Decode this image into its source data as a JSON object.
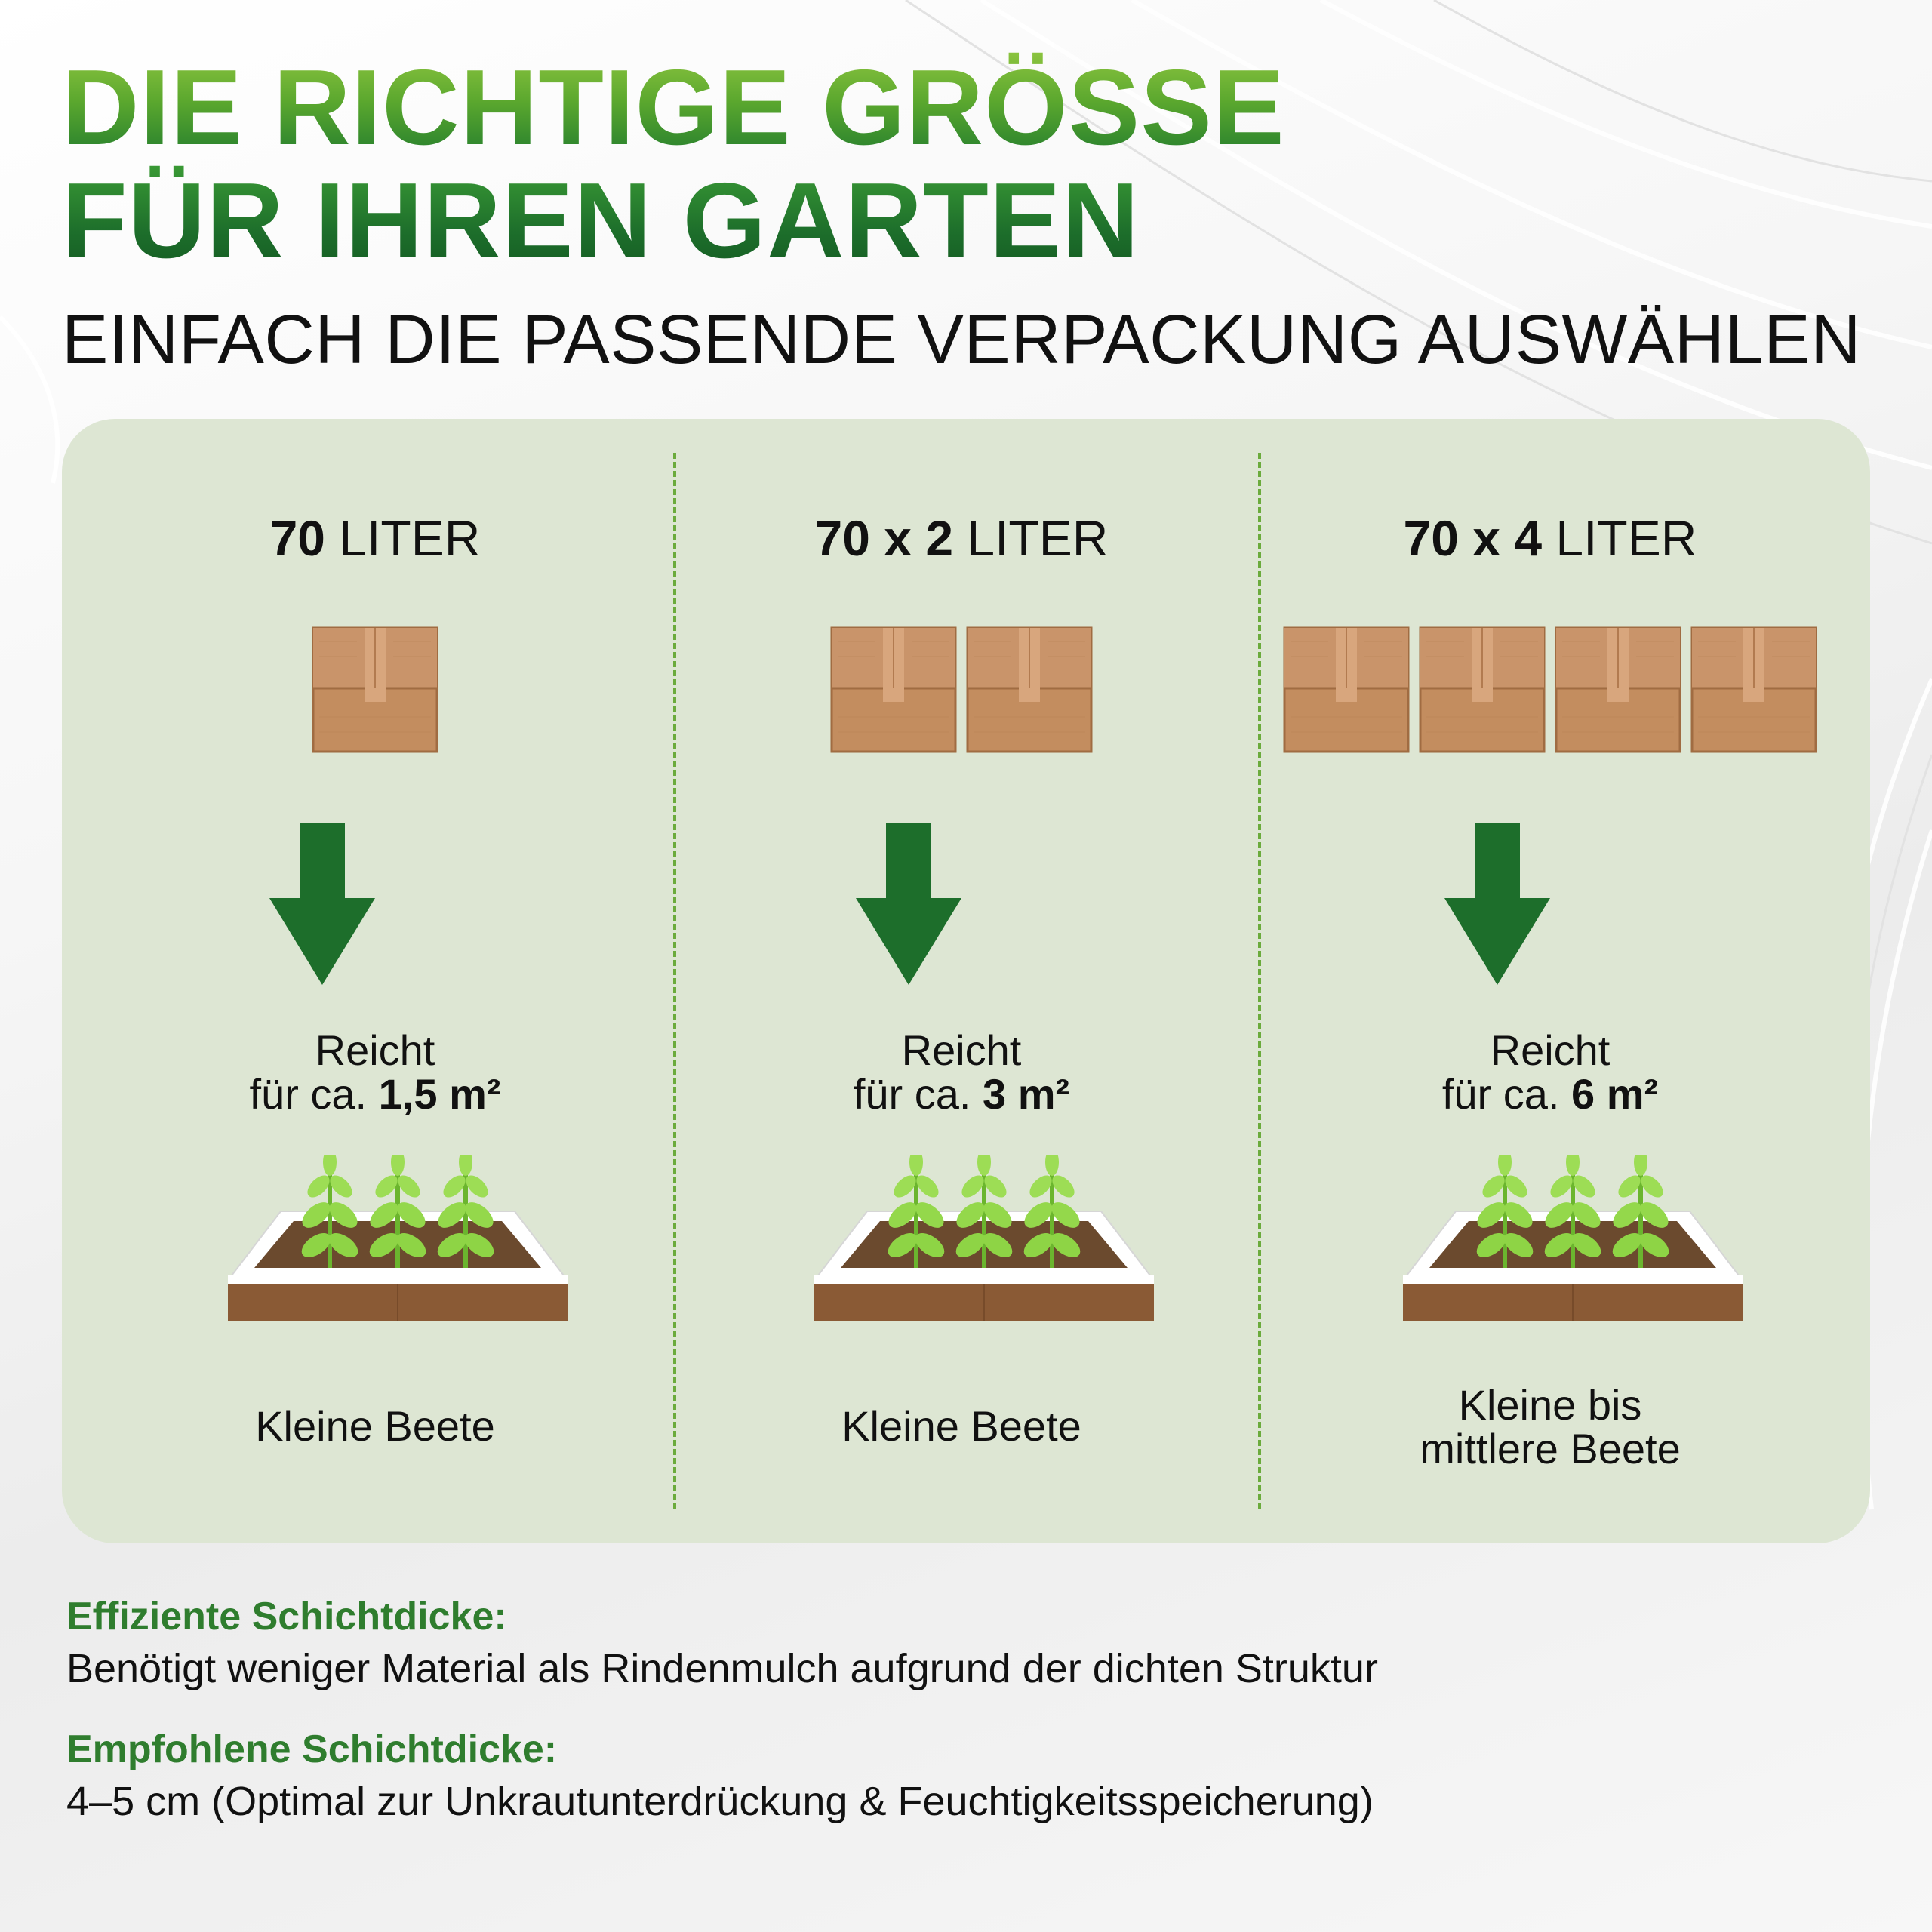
{
  "header": {
    "title_line1": "DIE RICHTIGE GRÖSSE",
    "title_line2": "FÜR IHREN GARTEN",
    "subtitle": "EINFACH DIE PASSENDE VERPACKUNG AUSWÄHLEN"
  },
  "columns": [
    {
      "amount_bold": "70",
      "amount_unit": " LITER",
      "box_count": 1,
      "reach_line1": "Reicht",
      "reach_prefix": "für ca. ",
      "reach_area": "1,5 m²",
      "bed_label_line1": "Kleine Beete",
      "bed_label_line2": ""
    },
    {
      "amount_bold": "70 x 2",
      "amount_unit": " LITER",
      "box_count": 2,
      "reach_line1": "Reicht",
      "reach_prefix": "für ca. ",
      "reach_area": "3 m²",
      "bed_label_line1": "Kleine Beete",
      "bed_label_line2": ""
    },
    {
      "amount_bold": "70 x 4",
      "amount_unit": " LITER",
      "box_count": 4,
      "reach_line1": "Reicht",
      "reach_prefix": "für ca. ",
      "reach_area": "6 m²",
      "bed_label_line1": "Kleine bis",
      "bed_label_line2": "mittlere Beete"
    }
  ],
  "info": [
    {
      "heading": "Effiziente Schichtdicke:",
      "text": "Benötigt weniger Material als Rindenmulch aufgrund der dichten Struktur"
    },
    {
      "heading": "Empfohlene Schichtdicke:",
      "text": "4–5 cm (Optimal zur Unkrautunterdrückung & Feuchtigkeitsspeicherung)"
    }
  ],
  "colors": {
    "accent_green": "#2f7d2e",
    "panel_bg": "#dde6d3",
    "arrow_green": "#1d6e2b",
    "box_brown": "#c08a5c",
    "soil_brown": "#6b4a2e",
    "leaf_green": "#8ed445"
  },
  "icons": [
    "cardboard-box-icon",
    "down-arrow-icon",
    "raised-garden-bed-icon",
    "sprout-icon"
  ]
}
